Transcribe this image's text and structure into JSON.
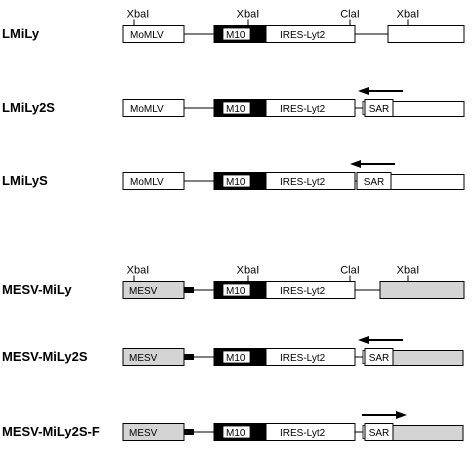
{
  "constructs": [
    {
      "name": "LMiLy",
      "ltr5": {
        "label": "MoMLV",
        "shaded": false
      },
      "m10": "M10",
      "ires": "IRES-Lyt2",
      "sites": [
        "XbaI",
        "XbaI",
        "ClaI",
        "XbaI"
      ],
      "insert": null,
      "ltr3_shaded": false
    },
    {
      "name": "LMiLy2S",
      "ltr5": {
        "label": "MoMLV",
        "shaded": false
      },
      "m10": "M10",
      "ires": "IRES-Lyt2",
      "sites": [],
      "insert": {
        "label": "SAR",
        "arrow": "left",
        "variant": "2S"
      },
      "ltr3_shaded": false
    },
    {
      "name": "LMiLyS",
      "ltr5": {
        "label": "MoMLV",
        "shaded": false
      },
      "m10": "M10",
      "ires": "IRES-Lyt2",
      "sites": [],
      "insert": {
        "label": "SAR",
        "arrow": "left",
        "variant": "S"
      },
      "ltr3_shaded": false
    },
    {
      "name": "MESV-MiLy",
      "ltr5": {
        "label": "MESV",
        "shaded": true
      },
      "m10": "M10",
      "ires": "IRES-Lyt2",
      "sites": [
        "XbaI",
        "XbaI",
        "ClaI",
        "XbaI"
      ],
      "insert": null,
      "ltr3_shaded": true
    },
    {
      "name": "MESV-MiLy2S",
      "ltr5": {
        "label": "MESV",
        "shaded": true
      },
      "m10": "M10",
      "ires": "IRES-Lyt2",
      "sites": [],
      "insert": {
        "label": "SAR",
        "arrow": "left",
        "variant": "2S"
      },
      "ltr3_shaded": true
    },
    {
      "name": "MESV-MiLy2S-F",
      "ltr5": {
        "label": "MESV",
        "shaded": true
      },
      "m10": "M10",
      "ires": "IRES-Lyt2",
      "sites": [],
      "insert": {
        "label": "SAR",
        "arrow": "right",
        "variant": "2S"
      },
      "ltr3_shaded": true
    }
  ],
  "colors": {
    "line": "#000000",
    "shade": "#d4d4d4",
    "fill": "#ffffff",
    "m10_block": "#000000"
  }
}
